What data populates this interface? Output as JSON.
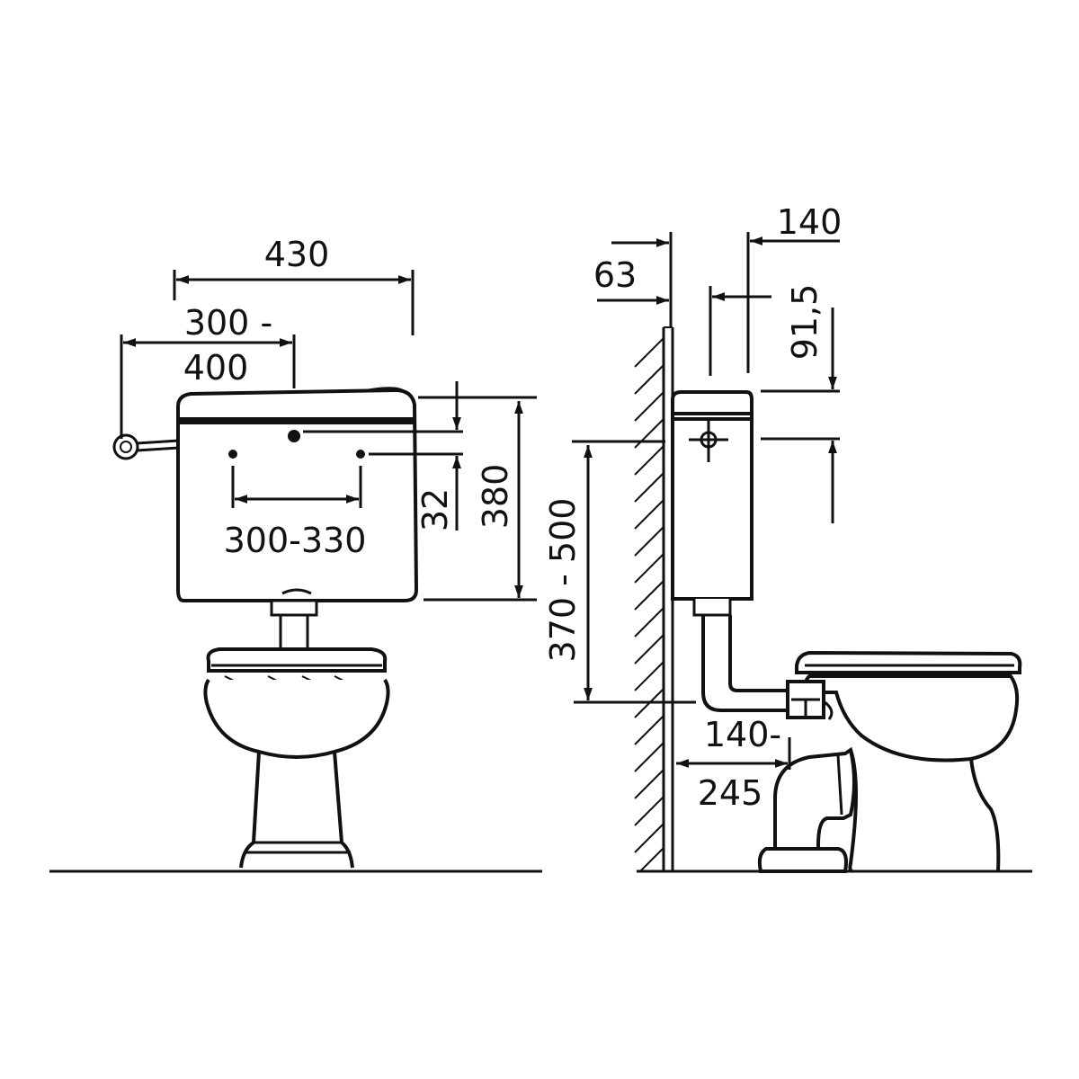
{
  "front_view": {
    "dimensions": {
      "overall_width": "430",
      "lever_range_top": "300 -",
      "lever_range_bottom": "400",
      "mounting_hole_spacing": "300-330",
      "inlet_offset": "32",
      "cistern_height": "380"
    }
  },
  "side_view": {
    "dimensions": {
      "wall_offset": "63",
      "cistern_depth": "140",
      "inlet_drop": "91,5",
      "mounting_height": "370 - 500",
      "outlet_range_top": "140-",
      "outlet_range_bottom": "245"
    }
  }
}
